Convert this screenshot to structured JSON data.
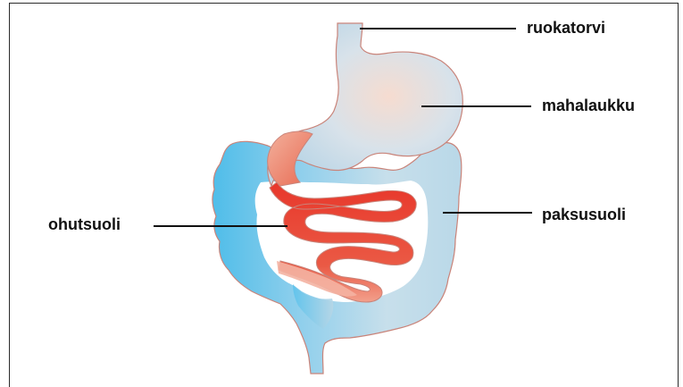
{
  "labels": {
    "esophagus": "ruokatorvi",
    "stomach": "mahalaukku",
    "large_intestine": "paksusuoli",
    "small_intestine": "ohutsuoli"
  },
  "colors": {
    "stomach_fill": "#cfe0ec",
    "stomach_core": "#f4ddd3",
    "outline": "#c9847a",
    "colon_blue": "#5ec3ec",
    "colon_light": "#c6deea",
    "small_intestine_red": "#e8372b",
    "small_intestine_pink": "#f4b3a2",
    "leader_line": "#111111",
    "frame": "#2b2b2b"
  }
}
